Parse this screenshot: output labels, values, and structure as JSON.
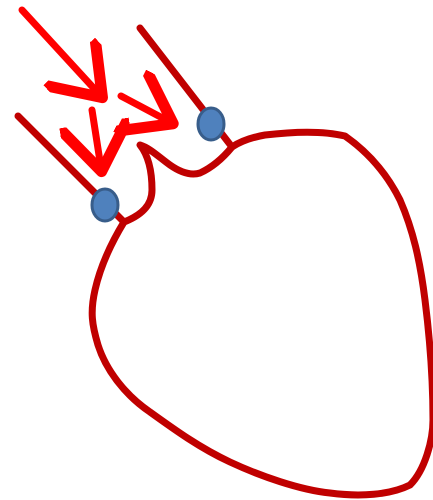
{
  "diagram": {
    "colors": {
      "background": "#ffffff",
      "outline": "#c00000",
      "arrow": "#ff0000",
      "node_fill": "#4f81bd",
      "node_stroke": "#385d8a"
    },
    "elements": {
      "outline": "closed-shape-with-two-tubes",
      "nodes": [
        "blue-circle-node",
        "blue-circle-node"
      ],
      "arrows": [
        "red-arrow-down-right",
        "red-arrow-down",
        "red-arrow-right"
      ]
    }
  }
}
